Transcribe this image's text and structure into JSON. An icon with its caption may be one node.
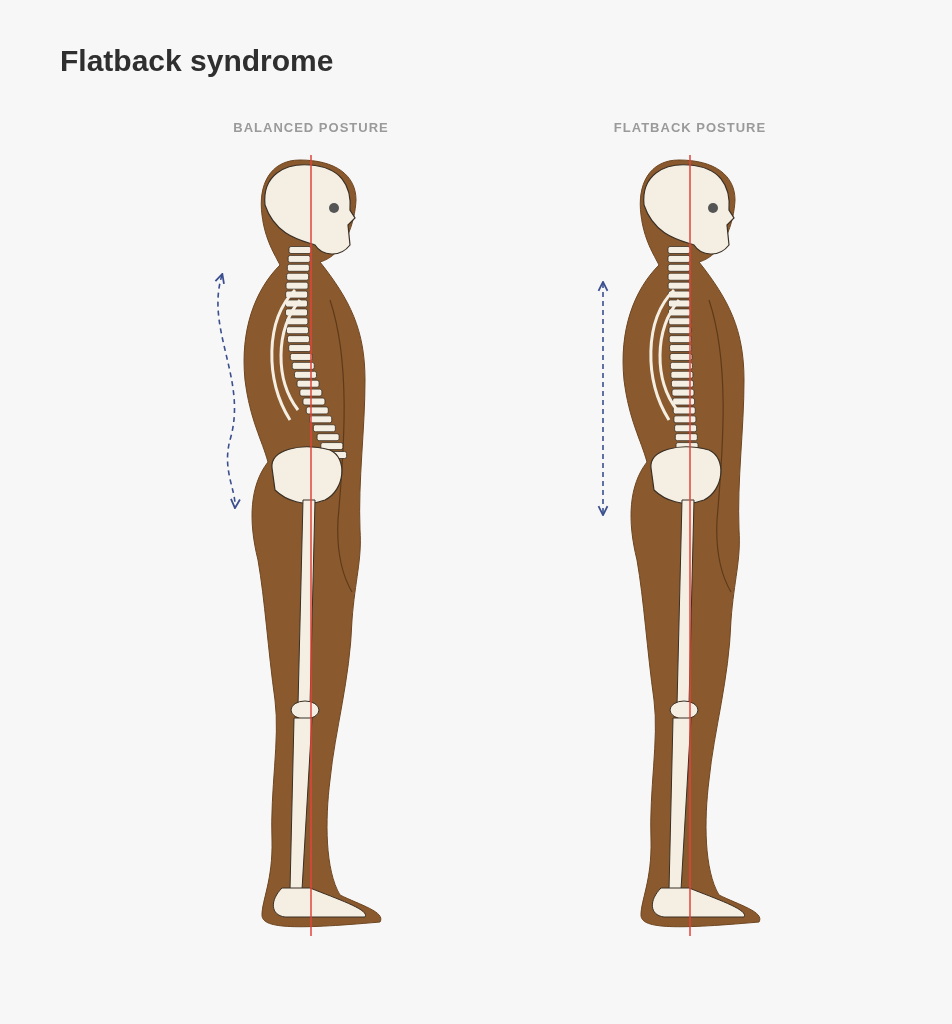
{
  "diagram": {
    "title": "Flatback syndrome",
    "labels": [
      "BALANCED POSTURE",
      "FLATBACK POSTURE"
    ]
  }
}
